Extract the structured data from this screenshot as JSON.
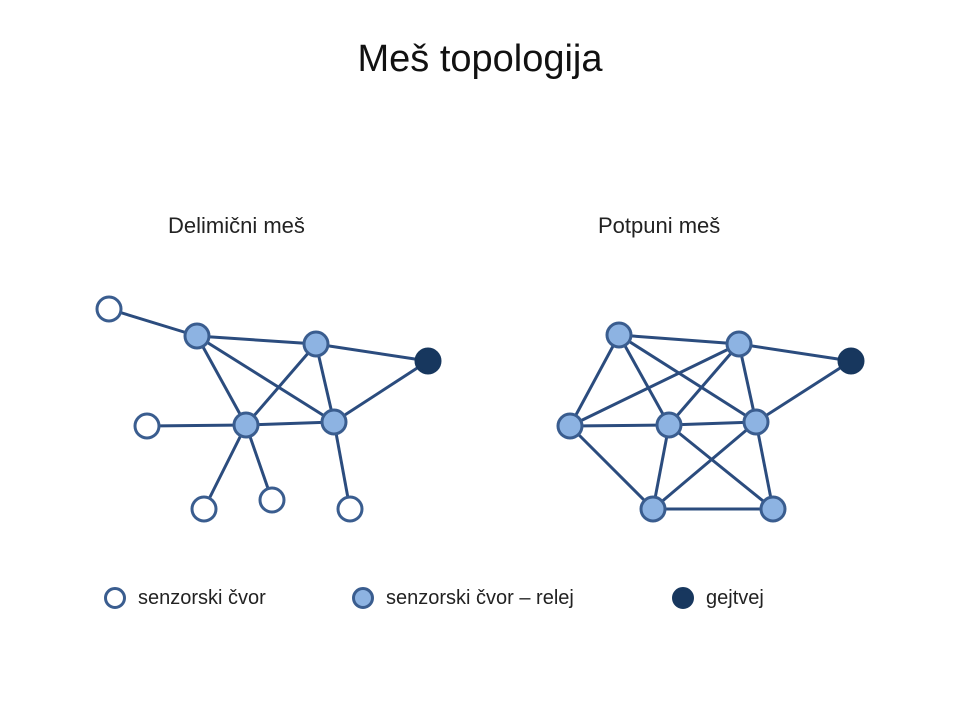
{
  "title": "Meš topologija",
  "diagrams": {
    "partial": {
      "title": "Delimični meš"
    },
    "full": {
      "title": "Potpuni meš"
    }
  },
  "legend": {
    "sensor": "senzorski čvor",
    "relay": "senzorski čvor – relej",
    "gateway": "gejtvej"
  },
  "colors": {
    "edge": "#2b4c7e",
    "node_stroke": "#3a5d8f",
    "sensor_fill": "#ffffff",
    "relay_fill": "#8db3e2",
    "gateway_fill": "#17375e"
  }
}
